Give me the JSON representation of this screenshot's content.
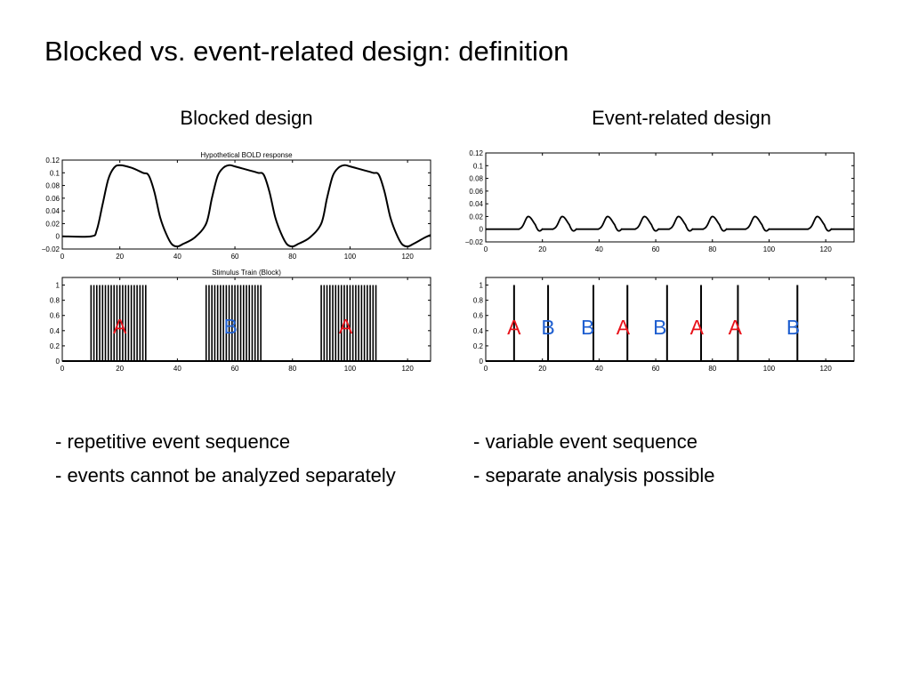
{
  "slide": {
    "title": "Blocked vs. event-related design: definition",
    "blocked_heading": "Blocked design",
    "event_heading": "Event-related design",
    "bullets_blocked": [
      "- repetitive event sequence",
      "- events cannot be analyzed separately"
    ],
    "bullets_event": [
      "- variable event sequence",
      "- separate analysis possible"
    ]
  },
  "colors": {
    "A": "#e8121a",
    "B": "#1f5fd0"
  },
  "chart_data": [
    {
      "type": "line",
      "title": "Hypothetical BOLD response",
      "xlim": [
        0,
        128
      ],
      "ylim": [
        -0.02,
        0.12
      ],
      "xticks": [
        0,
        20,
        40,
        60,
        80,
        100,
        120
      ],
      "yticks": [
        -0.02,
        0,
        0.02,
        0.04,
        0.06,
        0.08,
        0.1,
        0.12
      ],
      "ytick_labels": [
        "−0.02",
        "0",
        "0.02",
        "0.04",
        "0.06",
        "0.08",
        "0.1",
        "0.12"
      ],
      "x": [
        0,
        10,
        12,
        14,
        16,
        18,
        20,
        24,
        28,
        30,
        32,
        34,
        36,
        38,
        40,
        42,
        46,
        50,
        52,
        54,
        56,
        58,
        60,
        64,
        68,
        70,
        72,
        74,
        76,
        78,
        80,
        82,
        86,
        90,
        92,
        94,
        96,
        98,
        100,
        104,
        108,
        110,
        112,
        114,
        116,
        118,
        120,
        122,
        126,
        128
      ],
      "y": [
        0,
        0,
        0.01,
        0.05,
        0.09,
        0.108,
        0.112,
        0.108,
        0.1,
        0.096,
        0.07,
        0.03,
        0.005,
        -0.012,
        -0.016,
        -0.012,
        -0.002,
        0.02,
        0.06,
        0.095,
        0.108,
        0.112,
        0.11,
        0.105,
        0.1,
        0.097,
        0.07,
        0.03,
        0.005,
        -0.012,
        -0.016,
        -0.012,
        -0.002,
        0.02,
        0.06,
        0.095,
        0.108,
        0.112,
        0.11,
        0.105,
        0.1,
        0.097,
        0.07,
        0.03,
        0.005,
        -0.012,
        -0.016,
        -0.012,
        -0.002,
        0.002
      ]
    },
    {
      "type": "bar",
      "title": "Stimulus Train (Block)",
      "xlim": [
        0,
        128
      ],
      "ylim": [
        0,
        1.1
      ],
      "xticks": [
        0,
        20,
        40,
        60,
        80,
        100,
        120
      ],
      "yticks": [
        0,
        0.2,
        0.4,
        0.6,
        0.8,
        1
      ],
      "ytick_labels": [
        "0",
        "0.2",
        "0.4",
        "0.6",
        "0.8",
        "1"
      ],
      "blocks": [
        [
          10,
          29.5
        ],
        [
          50,
          69.5
        ],
        [
          90,
          109.5
        ]
      ],
      "stick_spacing": 1,
      "labels": [
        {
          "text": "A",
          "x": 20,
          "condition": "A"
        },
        {
          "text": "B",
          "x": 58.5,
          "condition": "B"
        },
        {
          "text": "A",
          "x": 98.5,
          "condition": "A"
        }
      ]
    },
    {
      "type": "line",
      "title": "",
      "xlim": [
        0,
        130
      ],
      "ylim": [
        -0.02,
        0.12
      ],
      "xticks": [
        0,
        20,
        40,
        60,
        80,
        100,
        120
      ],
      "yticks": [
        -0.02,
        0,
        0.02,
        0.04,
        0.06,
        0.08,
        0.1,
        0.12
      ],
      "ytick_labels": [
        "−0.02",
        "0",
        "0.02",
        "0.04",
        "0.06",
        "0.08",
        "0.1",
        "0.12"
      ],
      "baseline": 0,
      "peaks": [
        15,
        27,
        43,
        56,
        68,
        80,
        95,
        117
      ],
      "peak_height": 0.02
    },
    {
      "type": "bar",
      "title": "",
      "xlim": [
        0,
        130
      ],
      "ylim": [
        0,
        1.1
      ],
      "xticks": [
        0,
        20,
        40,
        60,
        80,
        100,
        120
      ],
      "yticks": [
        0,
        0.2,
        0.4,
        0.6,
        0.8,
        1
      ],
      "ytick_labels": [
        "0",
        "0.2",
        "0.4",
        "0.6",
        "0.8",
        "1"
      ],
      "events": [
        10,
        22,
        38,
        50,
        64,
        76,
        89,
        110
      ],
      "labels": [
        {
          "text": "A",
          "x": 10,
          "condition": "A"
        },
        {
          "text": "B",
          "x": 22,
          "condition": "B"
        },
        {
          "text": "B",
          "x": 36,
          "condition": "B"
        },
        {
          "text": "A",
          "x": 48.5,
          "condition": "A"
        },
        {
          "text": "B",
          "x": 61.5,
          "condition": "B"
        },
        {
          "text": "A",
          "x": 74.5,
          "condition": "A"
        },
        {
          "text": "A",
          "x": 88,
          "condition": "A"
        },
        {
          "text": "B",
          "x": 108.5,
          "condition": "B"
        }
      ]
    }
  ]
}
